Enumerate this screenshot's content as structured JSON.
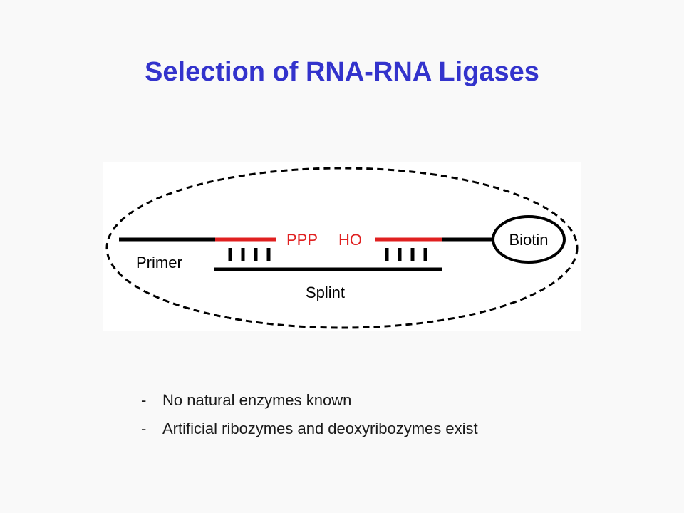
{
  "slide": {
    "title": "Selection of RNA-RNA Ligases",
    "title_color": "#3333cc"
  },
  "diagram": {
    "labels": {
      "primer": "Primer",
      "ppp": "PPP",
      "ho": "HO",
      "splint": "Splint",
      "biotin": "Biotin"
    },
    "colors": {
      "strand": "#000000",
      "rna_segment": "#e02020",
      "label_red": "#e02020"
    }
  },
  "bullets": [
    {
      "marker": "-",
      "text": "No natural enzymes known"
    },
    {
      "marker": "-",
      "text": "Artificial ribozymes and deoxyribozymes exist"
    }
  ]
}
